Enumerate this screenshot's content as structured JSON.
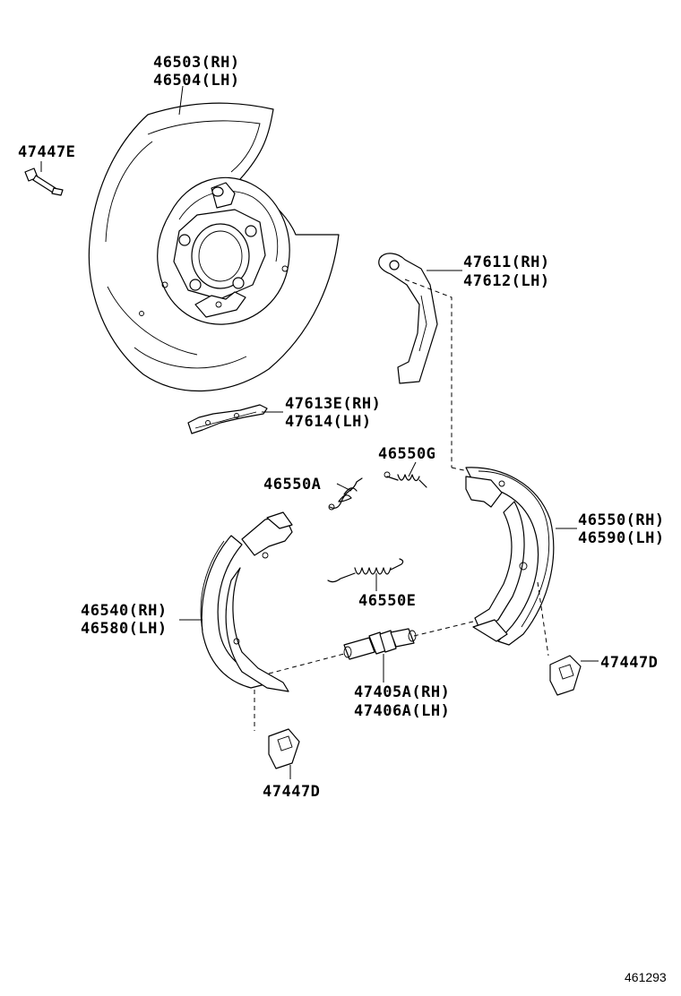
{
  "labels": {
    "backing_plate": {
      "line1": "46503(RH)",
      "line2": "46504(LH)"
    },
    "bolt": "47447E",
    "lever": {
      "line1": "47611(RH)",
      "line2": "47612(LH)"
    },
    "strut": {
      "line1": "47613E(RH)",
      "line2": "47614(LH)"
    },
    "spring_g": "46550G",
    "spring_a": "46550A",
    "shoe_right": {
      "line1": "46550(RH)",
      "line2": "46590(LH)"
    },
    "shoe_left": {
      "line1": "46540(RH)",
      "line2": "46580(LH)"
    },
    "spring_e": "46550E",
    "clip_right": "47447D",
    "adjuster": {
      "line1": "47405A(RH)",
      "line2": "47406A(LH)"
    },
    "clip_bottom": "47447D"
  },
  "figure_number": "461293"
}
